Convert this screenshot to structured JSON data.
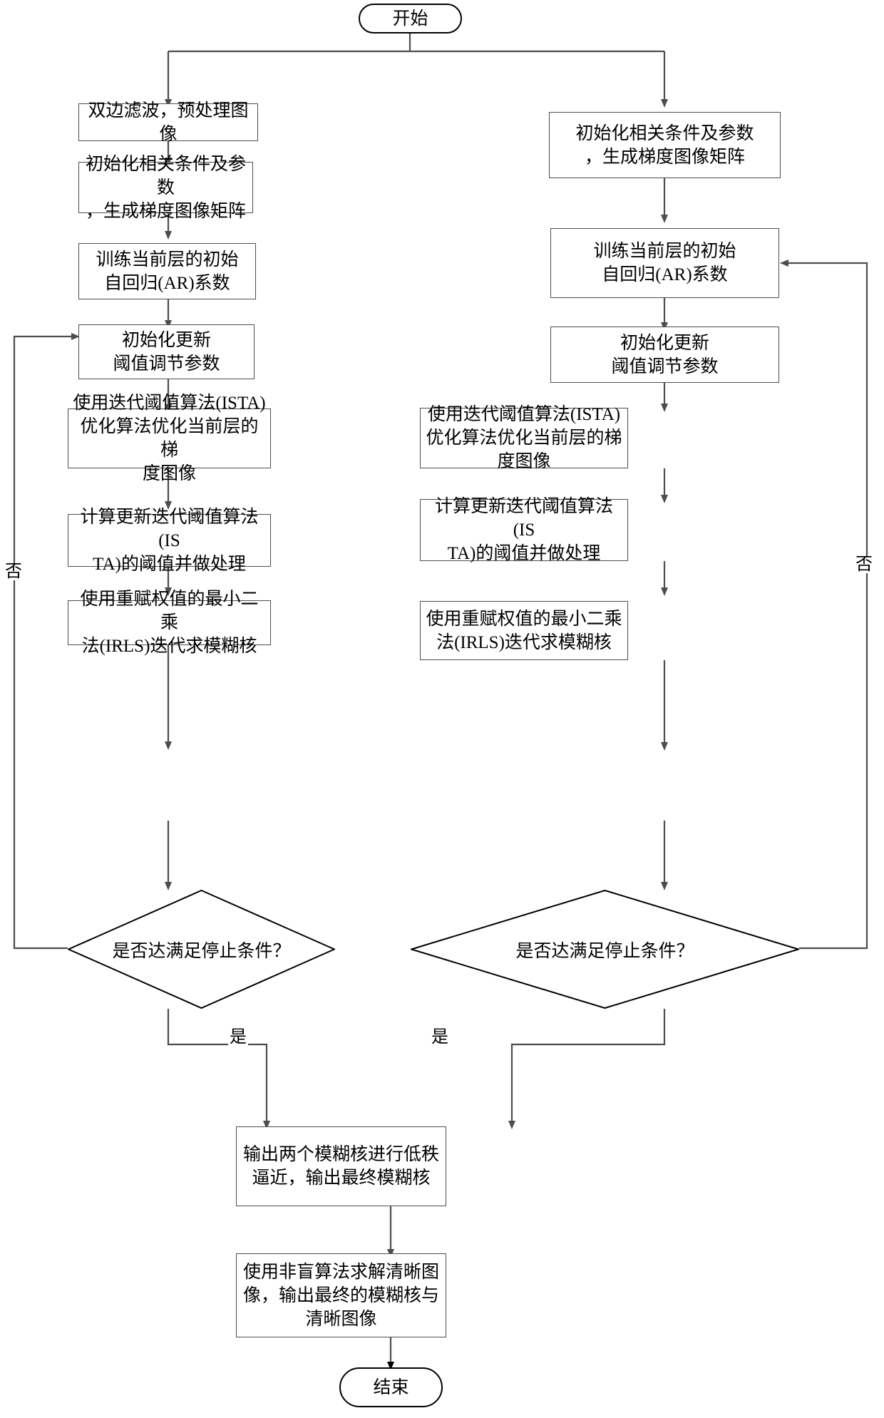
{
  "diagram": {
    "title": "图像去模糊算法流程图",
    "stroke_color": "#4d4d4d",
    "terminator_color": "#000000",
    "background": "#ffffff"
  },
  "nodes": {
    "start": "开始",
    "end": "结束",
    "left": {
      "l1": "双边滤波，预处理图像",
      "l2": "初始化相关条件及参数\n，生成梯度图像矩阵",
      "l3": "训练当前层的初始\n自回归(AR)系数",
      "l4": "初始化更新\n阈值调节参数",
      "l5": "使用迭代阈值算法(ISTA)\n优化算法优化当前层的梯\n度图像",
      "l6": "计算更新迭代阈值算法(IS\nTA)的阈值并做处理",
      "l7": "使用重赋权值的最小二乘\n法(IRLS)迭代求模糊核",
      "l8": "是否达满足停止条件？"
    },
    "right": {
      "r1": "初始化相关条件及参数\n，生成梯度图像矩阵",
      "r2": "训练当前层的初始\n自回归(AR)系数",
      "r3": "初始化更新\n阈值调节参数",
      "r4": "使用迭代阈值算法(ISTA)\n优化算法优化当前层的梯\n度图像",
      "r5": "计算更新迭代阈值算法(IS\nTA)的阈值并做处理",
      "r6": "使用重赋权值的最小二乘\n法(IRLS)迭代求模糊核",
      "r7": "是否达满足停止条件？"
    },
    "bottom": {
      "b1": "输出两个模糊核进行低秩\n逼近，输出最终模糊核",
      "b2": "使用非盲算法求解清晰图\n像，输出最终的模糊核与\n清晰图像"
    }
  },
  "edge_labels": {
    "left_no": "否",
    "right_no": "否",
    "left_yes": "是",
    "right_yes": "是"
  }
}
